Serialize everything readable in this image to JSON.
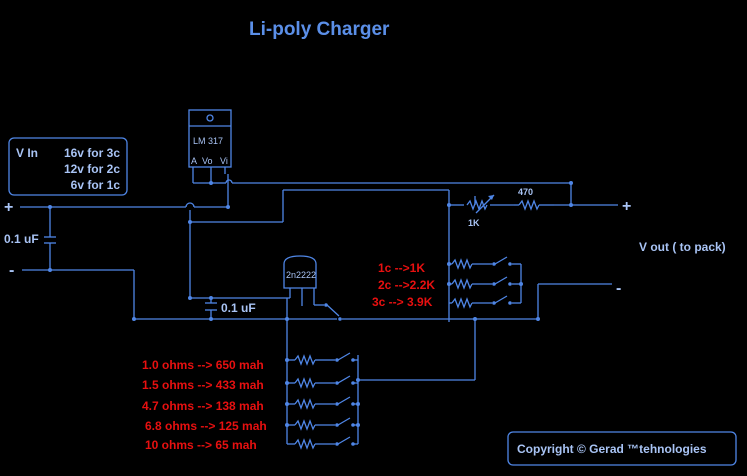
{
  "title": "Li-poly Charger",
  "vin": {
    "label": "V In",
    "lines": [
      "16v for 3c",
      "12v for 2c",
      "6v for 1c"
    ]
  },
  "terminals": {
    "in_plus": "+",
    "in_minus": "-",
    "out_plus": "+",
    "out_minus": "-"
  },
  "regulator": {
    "name": "LM 317",
    "pins": [
      "A",
      "Vo",
      "Vi"
    ]
  },
  "transistor": "2n2222",
  "capacitors": {
    "input": "0.1 uF",
    "base": "0.1 uF"
  },
  "resistors": {
    "pot": "1K",
    "series": "470"
  },
  "vout_label": "V out ( to pack)",
  "cell_select": [
    "1c -->1K",
    "2c -->2.2K",
    "3c --> 3.9K"
  ],
  "current_select": [
    "1.0 ohms  --> 650 mah",
    "1.5 ohms  --> 433 mah",
    "4.7 ohms  --> 138 mah",
    "6.8 ohms  --> 125 mah",
    "10 ohms   -->  65 mah"
  ],
  "copyright": "Copyright © Gerad ™tehnologies"
}
